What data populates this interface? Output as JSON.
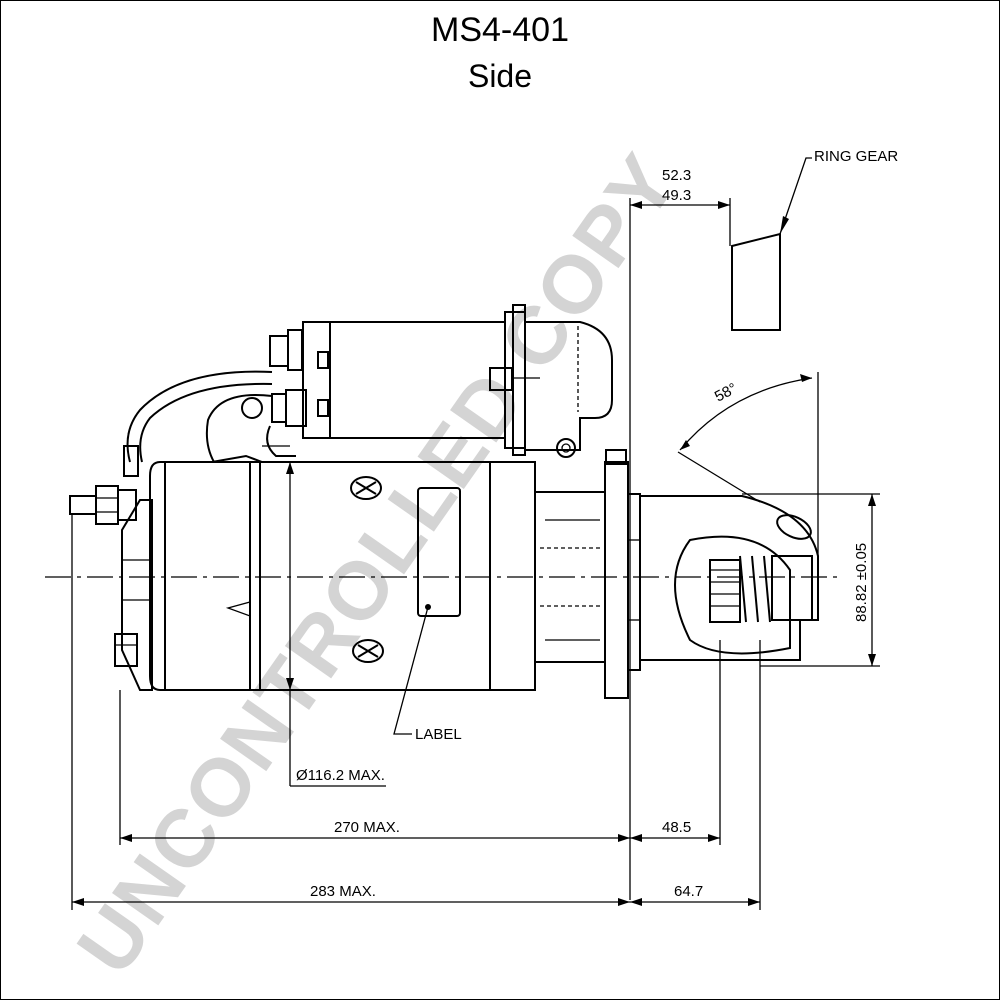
{
  "title": "MS4-401",
  "subtitle": "Side",
  "watermark": "UNCONTROLLED COPY",
  "labels": {
    "ring_gear": "RING GEAR",
    "label": "LABEL",
    "diameter": "Ø116.2 MAX.",
    "length_270": "270 MAX.",
    "length_283": "283 MAX.",
    "dim_48_5": "48.5",
    "dim_64_7": "64.7",
    "dim_52_3": "52.3",
    "dim_49_3": "49.3",
    "angle": "58°",
    "dim_88_82": "88.82 ±0.05"
  }
}
